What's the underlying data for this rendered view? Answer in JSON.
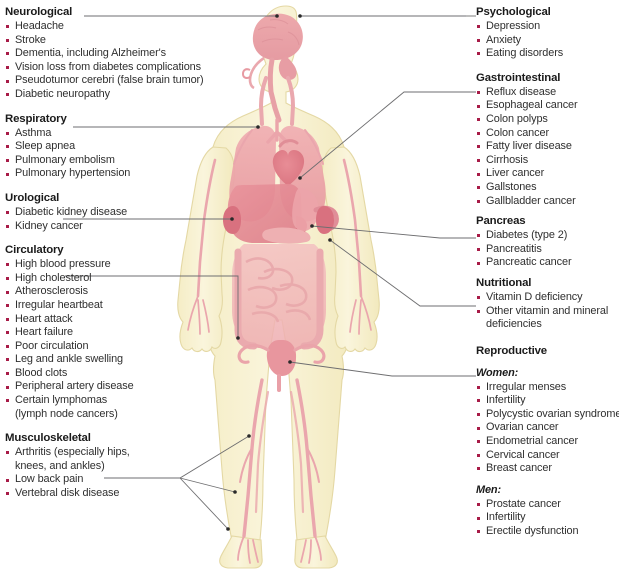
{
  "figure": {
    "alt_name": "human-body-anatomy-illustration",
    "colors": {
      "body_fill": "#f7f0cf",
      "body_edge": "#e9dfae",
      "organ_pink": "#efa3a8",
      "organ_deep": "#e0808b",
      "organ_light": "#f3c3c2",
      "vessel": "#e8a6ad",
      "leader": "#6e6e70",
      "bullet": "#a81b47",
      "heading": "#1b1b1b",
      "body_text": "#2f2f2f"
    }
  },
  "left_column": [
    {
      "id": "neurological",
      "heading": "Neurological",
      "items": [
        "Headache",
        "Stroke",
        "Dementia, including Alzheimer's",
        "Vision loss from diabetes complications",
        "Pseudotumor cerebri (false brain tumor)",
        "Diabetic neuropathy"
      ]
    },
    {
      "id": "respiratory",
      "heading": "Respiratory",
      "items": [
        "Asthma",
        "Sleep apnea",
        "Pulmonary embolism",
        "Pulmonary hypertension"
      ]
    },
    {
      "id": "urological",
      "heading": "Urological",
      "items": [
        "Diabetic kidney disease",
        "Kidney cancer"
      ]
    },
    {
      "id": "circulatory",
      "heading": "Circulatory",
      "items": [
        "High blood pressure",
        "High cholesterol",
        "Atherosclerosis",
        "Irregular heartbeat",
        "Heart attack",
        "Heart failure",
        "Poor circulation",
        "Leg and ankle swelling",
        "Blood clots",
        "Peripheral artery disease"
      ],
      "wrapped_items": [
        {
          "line1": "Certain lymphomas",
          "line2": "(lymph node cancers)"
        }
      ]
    },
    {
      "id": "musculoskeletal",
      "heading": "Musculoskeletal",
      "wrapped_items": [
        {
          "line1": "Arthritis (especially hips,",
          "line2": "knees, and ankles)"
        }
      ],
      "items": [
        "Low back pain",
        "Vertebral disk disease"
      ]
    }
  ],
  "right_column": [
    {
      "id": "psychological",
      "heading": "Psychological",
      "items": [
        "Depression",
        "Anxiety",
        "Eating disorders"
      ]
    },
    {
      "id": "gastrointestinal",
      "heading": "Gastrointestinal",
      "items": [
        "Reflux disease",
        "Esophageal cancer",
        "Colon polyps",
        "Colon cancer",
        "Fatty liver disease",
        "Cirrhosis",
        "Liver cancer",
        "Gallstones",
        "Gallbladder cancer"
      ]
    },
    {
      "id": "pancreas",
      "heading": "Pancreas",
      "items": [
        "Diabetes (type 2)",
        "Pancreatitis",
        "Pancreatic cancer"
      ]
    },
    {
      "id": "nutritional",
      "heading": "Nutritional",
      "items": [
        "Vitamin D deficiency"
      ],
      "wrapped_items": [
        {
          "line1": "Other vitamin and mineral",
          "line2": "deficiencies"
        }
      ]
    },
    {
      "id": "reproductive",
      "heading": "Reproductive",
      "subgroups": [
        {
          "label": "Women:",
          "items": [
            "Irregular menses",
            "Infertility",
            "Polycystic ovarian syndrome",
            "Ovarian cancer",
            "Endometrial cancer",
            "Cervical cancer",
            "Breast cancer"
          ]
        },
        {
          "label": "Men:",
          "items": [
            "Prostate cancer",
            "Infertility",
            "Erectile dysfunction"
          ]
        }
      ]
    }
  ]
}
